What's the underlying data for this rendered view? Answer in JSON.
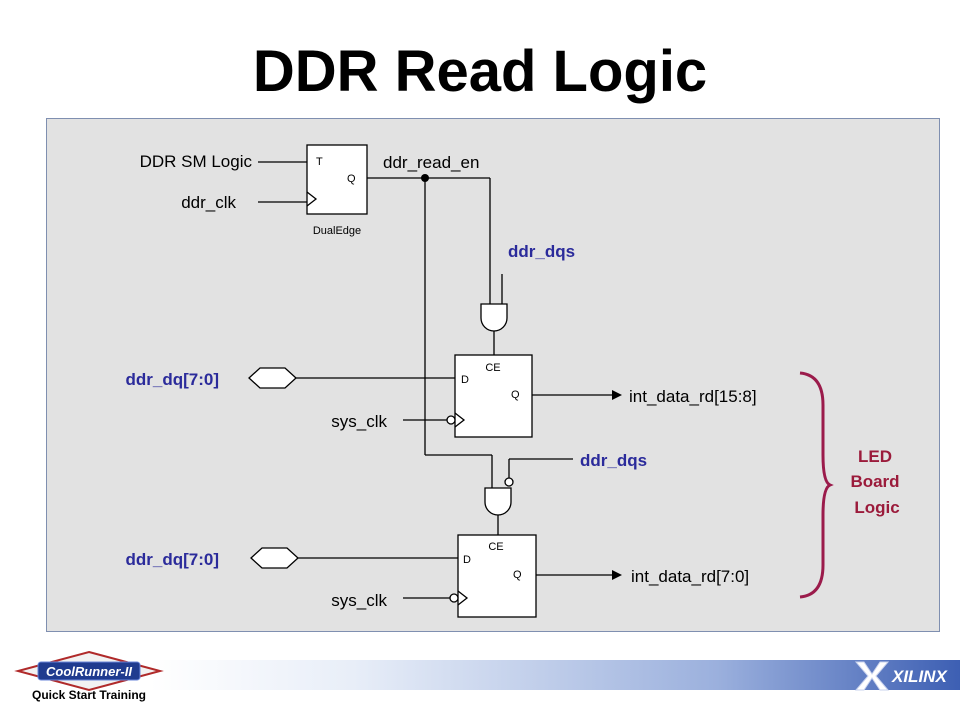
{
  "slide": {
    "title": "DDR Read Logic"
  },
  "diagram": {
    "inputs": {
      "sm_logic": "DDR SM Logic",
      "ddr_clk": "ddr_clk",
      "ddr_dq_top": "ddr_dq[7:0]",
      "ddr_dq_bottom": "ddr_dq[7:0]",
      "sys_clk_top": "sys_clk",
      "sys_clk_bottom": "sys_clk",
      "ddr_dqs_top": "ddr_dqs",
      "ddr_dqs_bottom": "ddr_dqs"
    },
    "signals": {
      "read_en": "ddr_read_en"
    },
    "flipflop_dual": {
      "t_pin": "T",
      "q_pin": "Q",
      "caption": "DualEdge"
    },
    "flipflop_top": {
      "ce_pin": "CE",
      "d_pin": "D",
      "q_pin": "Q"
    },
    "flipflop_bottom": {
      "ce_pin": "CE",
      "d_pin": "D",
      "q_pin": "Q"
    },
    "outputs": {
      "upper": "int_data_rd[15:8]",
      "lower": "int_data_rd[7:0]"
    },
    "destination": {
      "line1": "LED",
      "line2": "Board",
      "line3": "Logic"
    },
    "colors": {
      "signal_blue": "#2b2b9b",
      "destination_red": "#9b1b3b",
      "brace": "#9b1b4b"
    }
  },
  "footer": {
    "logo_text": "CoolRunner-II",
    "caption": "Quick Start Training",
    "brand": "XILINX"
  }
}
